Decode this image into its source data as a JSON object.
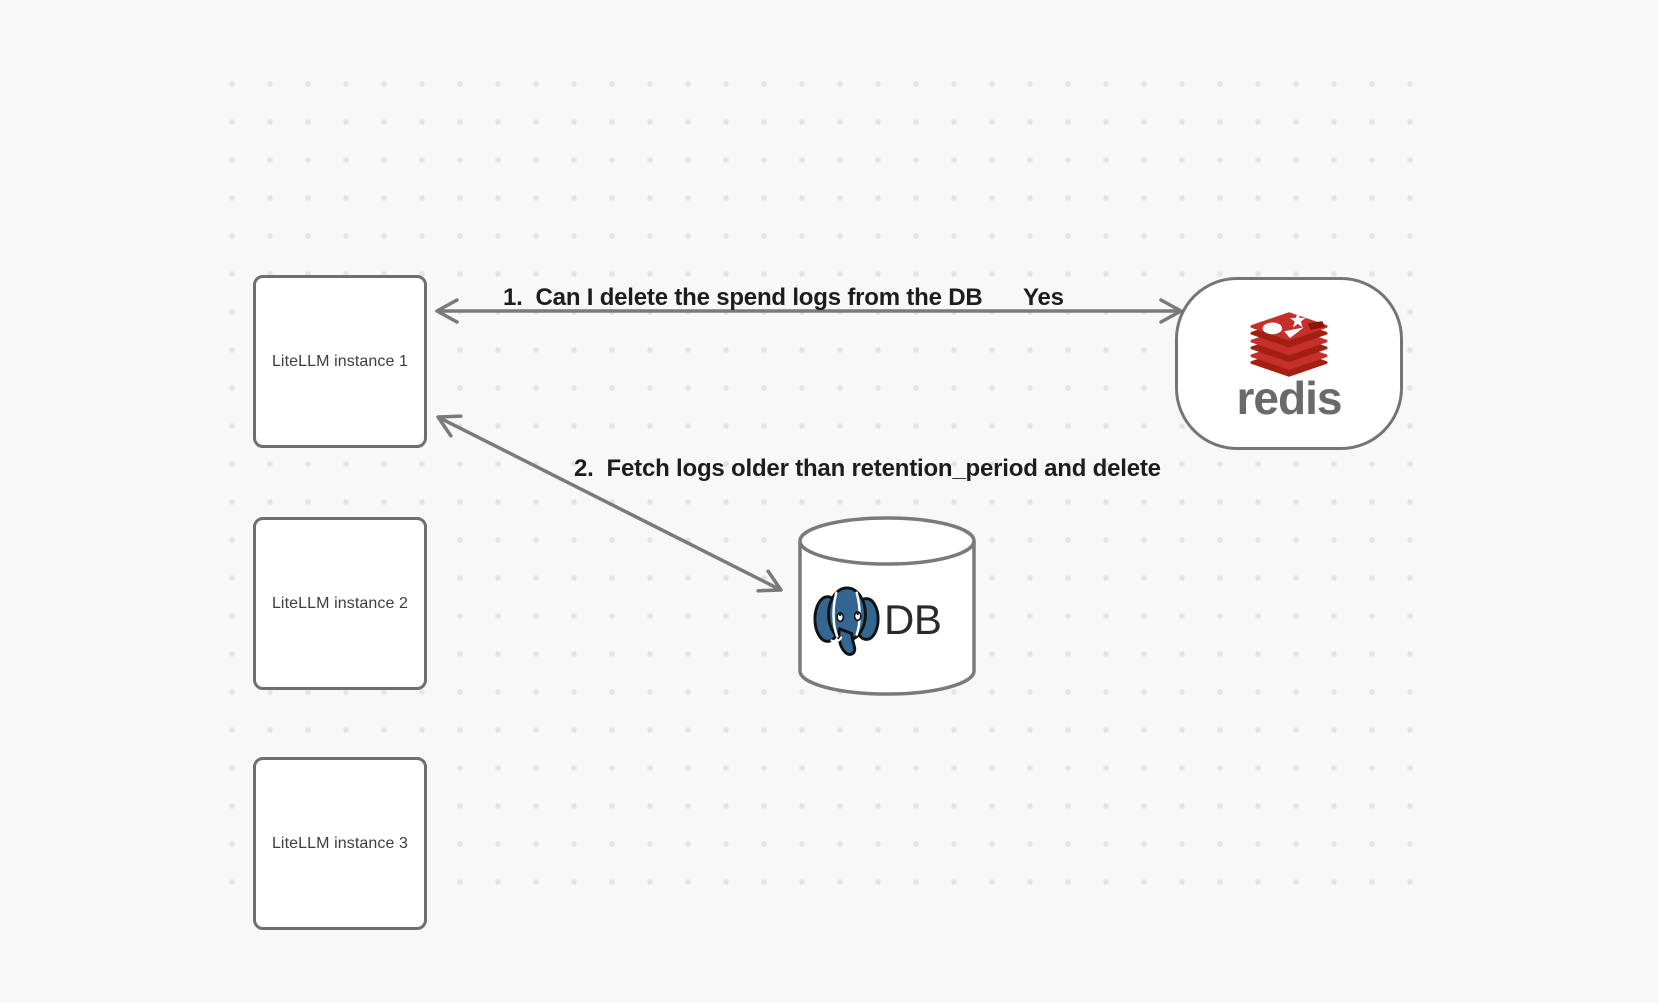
{
  "diagram": {
    "nodes": {
      "litellm1": {
        "label": "LiteLLM instance 1"
      },
      "litellm2": {
        "label": "LiteLLM instance 2"
      },
      "litellm3": {
        "label": "LiteLLM instance 3"
      },
      "redis": {
        "wordmark": "redis"
      },
      "db": {
        "label": "DB"
      }
    },
    "edges": {
      "redis_query": {
        "label": "1.  Can I delete the spend logs from the DB",
        "response": "Yes"
      },
      "db_fetch": {
        "label": "2.  Fetch logs older than retention_period and delete"
      }
    },
    "icons": {
      "redis_logo": "redis-logo-icon",
      "postgres_elephant": "postgresql-elephant-icon",
      "database_cylinder": "database-cylinder-shape"
    },
    "colors": {
      "background": "#f8f8f8",
      "dot": "#e4e4e4",
      "shape_border": "#6f6f6f",
      "arrow": "#7a7a7a",
      "edge_label_text": "#1d1d1d",
      "node_text": "#3d3d3d",
      "redis_red": "#c6302b",
      "redis_red_dark": "#a41e11",
      "redis_notch": "#8a1408",
      "redis_wordmark": "#6a6a6a",
      "postgres_blue": "#336791",
      "db_text": "#2b2b2b"
    }
  }
}
